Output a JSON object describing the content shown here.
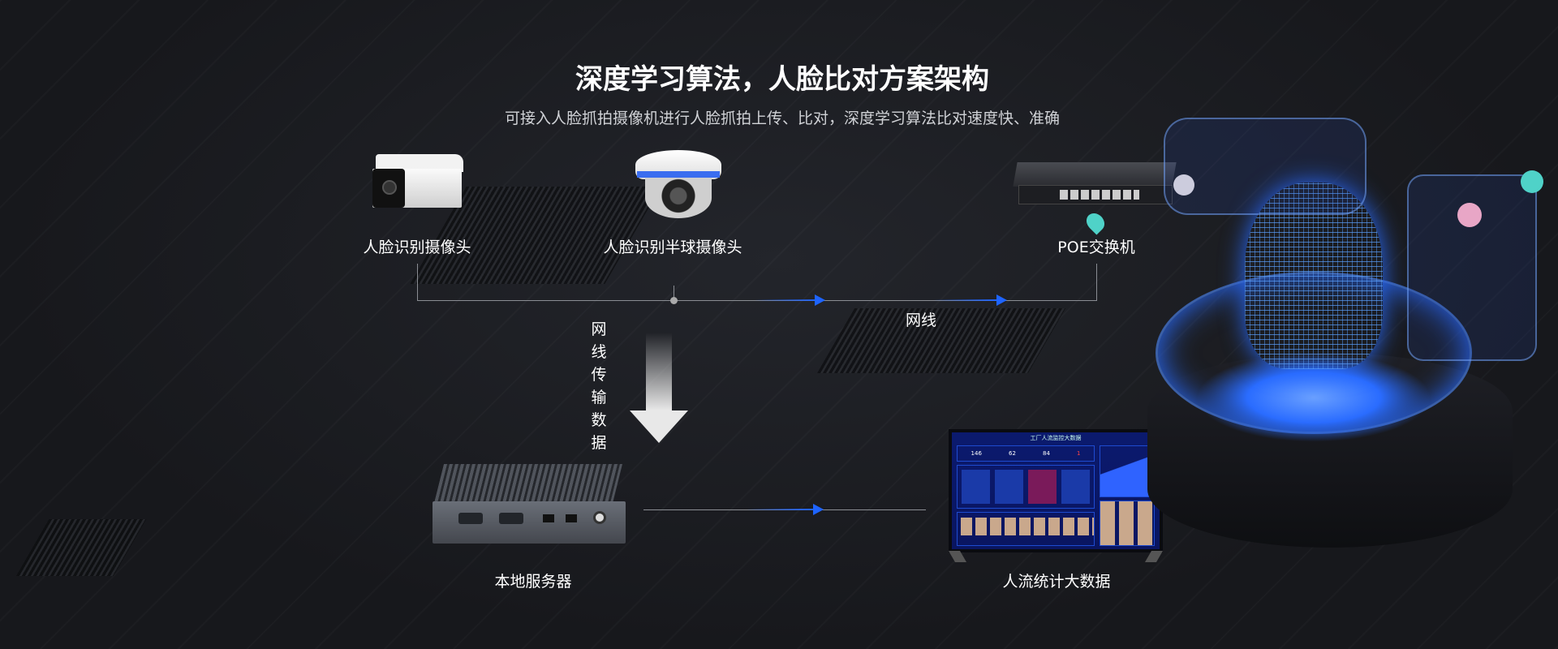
{
  "header": {
    "title": "深度学习算法，人脸比对方案架构",
    "subtitle": "可接入人脸抓拍摄像机进行人脸抓拍上传、比对，深度学习算法比对速度快、准确"
  },
  "devices": {
    "bullet_camera": "人脸识别摄像头",
    "dome_camera": "人脸识别半球摄像头",
    "poe_switch": "POE交换机",
    "server": "本地服务器",
    "dashboard": "人流统计大数据"
  },
  "links": {
    "network_cable": "网线",
    "transfer_vertical": [
      "网",
      "线",
      "传",
      "输",
      "数",
      "据"
    ]
  },
  "dashboard_screen": {
    "title": "工厂人流监控大数据",
    "stats": [
      "146",
      "62",
      "84",
      "1"
    ]
  },
  "colors": {
    "accent": "#1e64ff",
    "background": "#16171b",
    "hologram": "#2a6cff"
  }
}
